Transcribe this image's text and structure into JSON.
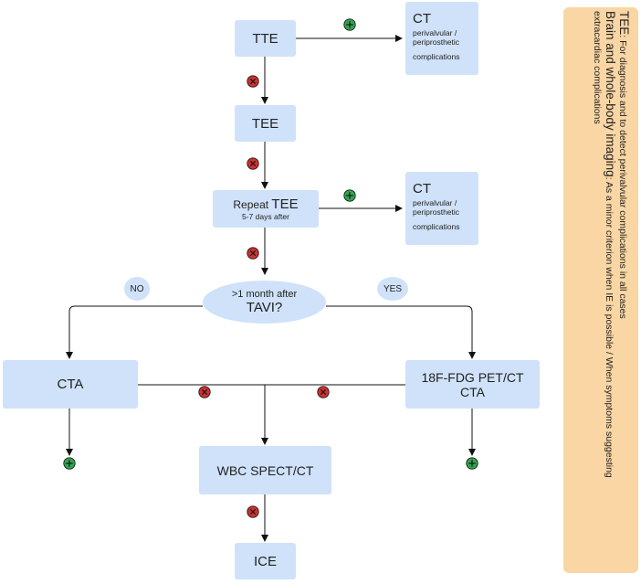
{
  "nodes": {
    "tte": "TTE",
    "tee": "TEE",
    "repeat_tee_prefix": "Repeat ",
    "repeat_tee_main": "TEE",
    "repeat_tee_sub": "5-7 days after",
    "ct_top_title": "CT",
    "ct_top_sub1": "perivalvular /",
    "ct_top_sub2": "periprosthetic",
    "ct_top_sub3": "complications",
    "ct_mid_title": "CT",
    "ct_mid_sub1": "perivalvular /",
    "ct_mid_sub2": "periprosthetic",
    "ct_mid_sub3": "complications",
    "decision_line1": ">1 month after",
    "decision_line2": "TAVI?",
    "no_label": "NO",
    "yes_label": "YES",
    "cta": "CTA",
    "pet_line1": "18F-FDG PET/CT",
    "pet_line2": "CTA",
    "wbc": "WBC SPECT/CT",
    "ice": "ICE"
  },
  "side_note": {
    "line1_bold": "TEE",
    "line1_rest": ": For diagnosis and to detect perivalvular complications in all cases",
    "line2_bold": "Brain and whole-body imaging",
    "line2_rest": ": As a minor criterion when IE is possible / When symptoms suggesting",
    "line3": "extracardiac complications"
  },
  "colors": {
    "box": "#cfe2f9",
    "positive": "#2fa84f",
    "negative": "#d32f2f",
    "side_panel": "#f9d6a3"
  }
}
